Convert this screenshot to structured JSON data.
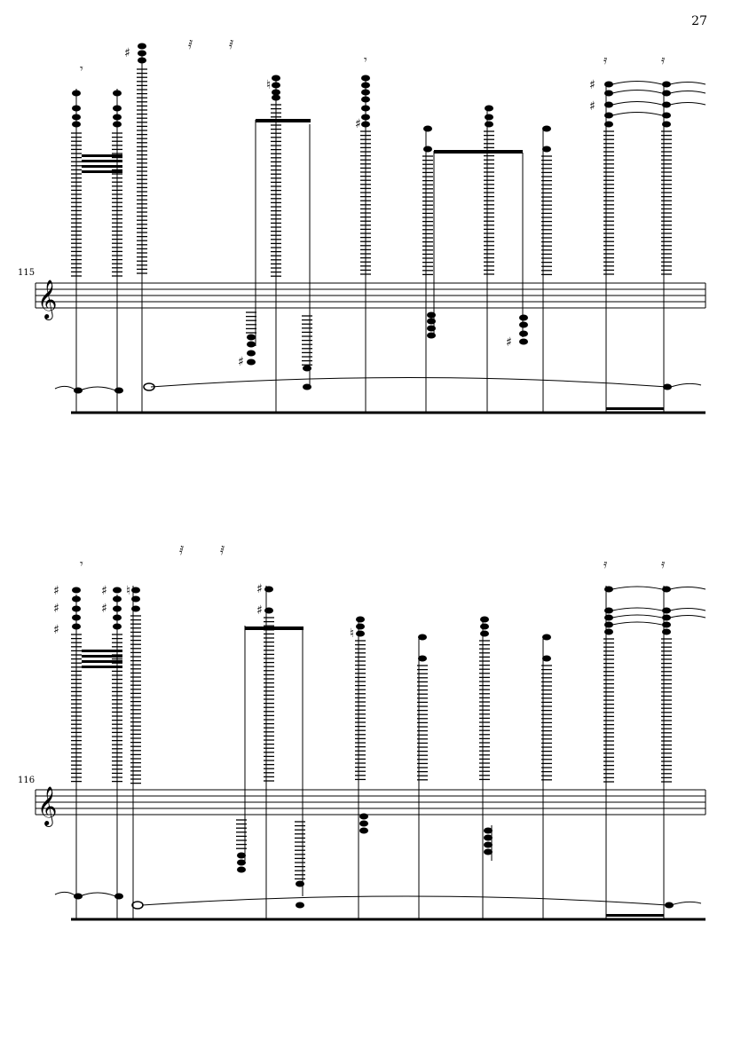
{
  "page": {
    "number": "27"
  },
  "systems": [
    {
      "measure_number": "115",
      "clef": "treble-clef"
    },
    {
      "measure_number": "116",
      "clef": "treble-clef"
    }
  ]
}
